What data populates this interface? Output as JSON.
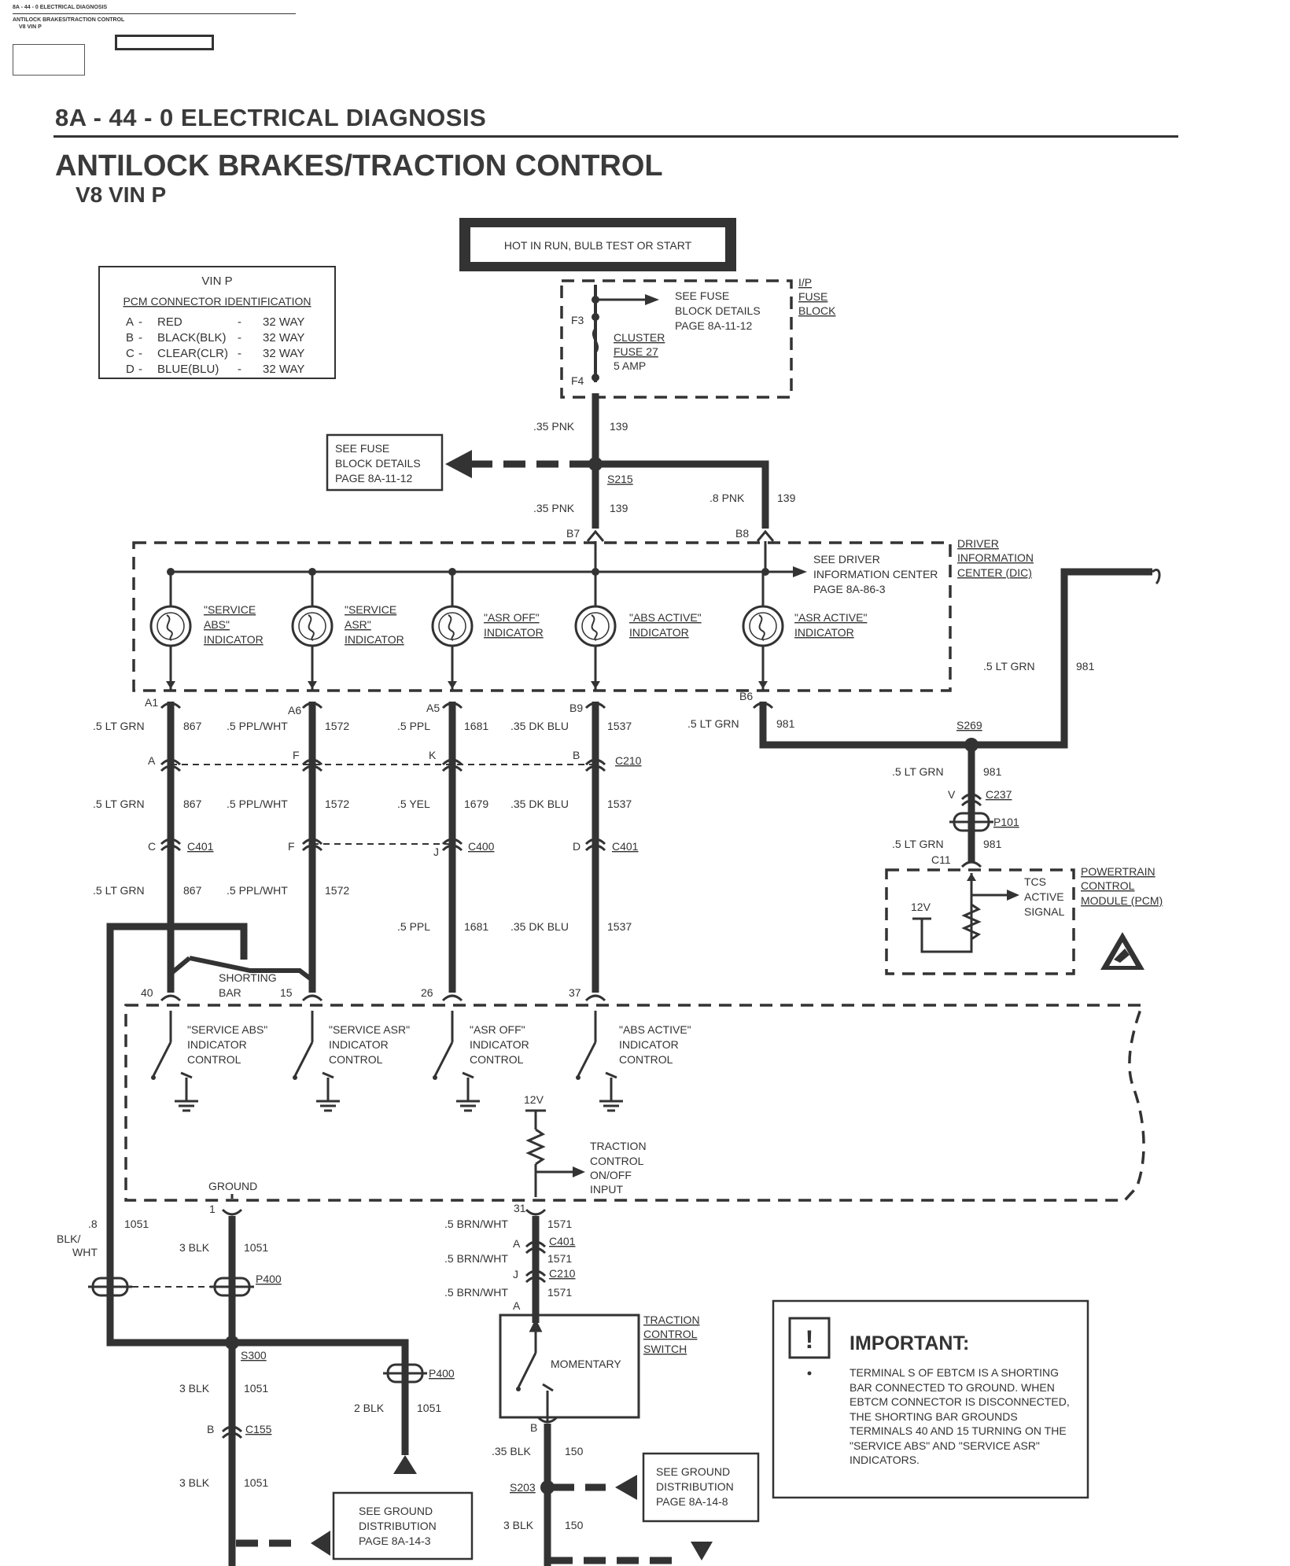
{
  "page_header": {
    "line1": "8A - 44 - 0 ELECTRICAL DIAGNOSIS",
    "line2": "ANTILOCK BRAKES/TRACTION CONTROL",
    "line3": "V8 VIN P"
  },
  "section_title": "8A - 44 - 0 ELECTRICAL DIAGNOSIS",
  "title": "ANTILOCK BRAKES/TRACTION CONTROL",
  "subtitle": "V8 VIN P",
  "power_source": "HOT IN RUN, BULB TEST OR START",
  "pcm_table": {
    "heading": "VIN P",
    "subheading": "PCM CONNECTOR IDENTIFICATION",
    "rows": [
      {
        "letter": "A",
        "color": "RED",
        "way": "32 WAY"
      },
      {
        "letter": "B",
        "color": "BLACK(BLK)",
        "way": "32 WAY"
      },
      {
        "letter": "C",
        "color": "CLEAR(CLR)",
        "way": "32 WAY"
      },
      {
        "letter": "D",
        "color": "BLUE(BLU)",
        "way": "32 WAY"
      }
    ]
  },
  "fuse_block": {
    "name": [
      "I/P",
      "FUSE",
      "BLOCK"
    ],
    "see": [
      "SEE FUSE",
      "BLOCK DETAILS",
      "PAGE 8A-11-12"
    ],
    "fuse": [
      "CLUSTER",
      "FUSE 27",
      "5 AMP"
    ],
    "f3": "F3",
    "f4": "F4"
  },
  "see_fuse_box": [
    "SEE FUSE",
    "BLOCK DETAILS",
    "PAGE 8A-11-12"
  ],
  "dic": {
    "name": [
      "DRIVER",
      "INFORMATION",
      "CENTER (DIC)"
    ],
    "see": [
      "SEE DRIVER",
      "INFORMATION CENTER",
      "PAGE 8A-86-3"
    ],
    "indicators": [
      [
        "\"SERVICE",
        "ABS\"",
        "INDICATOR"
      ],
      [
        "\"SERVICE",
        "ASR\"",
        "INDICATOR"
      ],
      [
        "\"ASR OFF\"",
        "INDICATOR"
      ],
      [
        "\"ABS ACTIVE\"",
        "INDICATOR"
      ],
      [
        "\"ASR ACTIVE\"",
        "INDICATOR"
      ]
    ]
  },
  "splices": {
    "s215": "S215",
    "s269": "S269",
    "s300": "S300",
    "s203": "S203"
  },
  "connectors": {
    "c210": "C210",
    "c401": "C401",
    "c400": "C400",
    "c237": "C237",
    "p101": "P101",
    "p400": "P400",
    "c155": "C155"
  },
  "pins": {
    "b7": "B7",
    "b8": "B8",
    "a1": "A1",
    "a6": "A6",
    "a5": "A5",
    "b9": "B9",
    "b6": "B6",
    "a": "A",
    "f": "F",
    "k": "K",
    "b": "B",
    "c": "C",
    "j": "J",
    "d": "D",
    "v": "V",
    "c11": "C11",
    "p40": "40",
    "p15": "15",
    "p26": "26",
    "p37": "37",
    "p1": "1",
    "p31": "31"
  },
  "wires": {
    "w35pnk": ".35 PNK",
    "w8pnk": ".8 PNK",
    "n139": "139",
    "w5ltgrn": ".5 LT GRN",
    "n867": "867",
    "n981": "981",
    "w5pplwht": ".5 PPL/WHT",
    "n1572": "1572",
    "w5ppl": ".5 PPL",
    "n1681": "1681",
    "w5yel": ".5 YEL",
    "n1679": "1679",
    "w35dkblu": ".35 DK BLU",
    "n1537": "1537",
    "w8": ".8",
    "blk": "BLK/",
    "wht": "WHT",
    "n1051": "1051",
    "w3blk": "3 BLK",
    "w2blk": "2 BLK",
    "w5brnwht": ".5 BRN/WHT",
    "n1571": "1571",
    "w35blk": ".35 BLK",
    "n150": "150"
  },
  "pcm": {
    "name": [
      "POWERTRAIN",
      "CONTROL",
      "MODULE (PCM)"
    ],
    "signal": [
      "TCS",
      "ACTIVE",
      "SIGNAL"
    ],
    "v12": "12V"
  },
  "ebtcm": {
    "controls": [
      [
        "\"SERVICE ABS\"",
        "INDICATOR",
        "CONTROL"
      ],
      [
        "\"SERVICE ASR\"",
        "INDICATOR",
        "CONTROL"
      ],
      [
        "\"ASR OFF\"",
        "INDICATOR",
        "CONTROL"
      ],
      [
        "\"ABS ACTIVE\"",
        "INDICATOR",
        "CONTROL"
      ]
    ],
    "v12": "12V",
    "input": [
      "TRACTION",
      "CONTROL",
      "ON/OFF",
      "INPUT"
    ],
    "ground": "GROUND"
  },
  "shorting_bar": [
    "SHORTING",
    "BAR"
  ],
  "switch": {
    "name": [
      "TRACTION",
      "CONTROL",
      "SWITCH"
    ],
    "type": "MOMENTARY"
  },
  "see_ground_1": [
    "SEE GROUND",
    "DISTRIBUTION",
    "PAGE 8A-14-3"
  ],
  "see_ground_2": [
    "SEE GROUND",
    "DISTRIBUTION",
    "PAGE 8A-14-8"
  ],
  "important": {
    "title": "IMPORTANT:",
    "body": "TERMINAL S OF EBTCM IS A SHORTING BAR CONNECTED TO GROUND. WHEN EBTCM CONNECTOR IS DISCONNECTED, THE SHORTING BAR GROUNDS TERMINALS 40 AND 15 TURNING ON THE \"SERVICE ABS\" AND \"SERVICE ASR\" INDICATORS."
  }
}
